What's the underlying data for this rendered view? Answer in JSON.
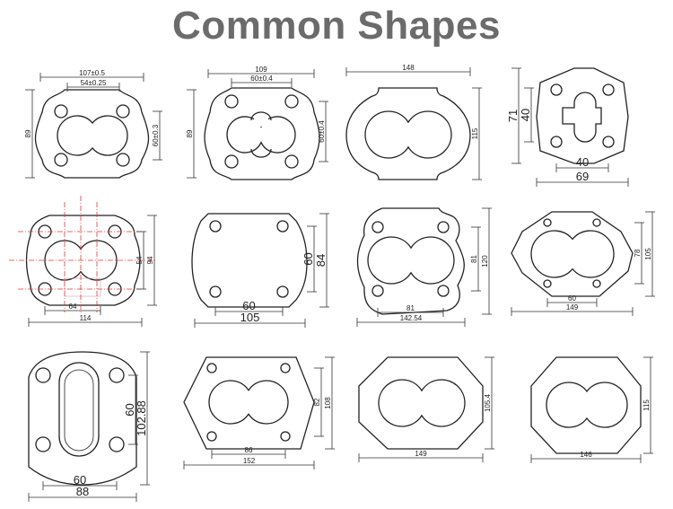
{
  "title": "Common Shapes",
  "shapes": [
    {
      "dimensions": [
        "107±0.5",
        "54±0.25",
        "89",
        "60±0.3"
      ]
    },
    {
      "dimensions": [
        "109",
        "60±0.4",
        "89",
        "60±0.4"
      ]
    },
    {
      "dimensions": [
        "148",
        "115"
      ]
    },
    {
      "dimensions": [
        "71",
        "40",
        "40",
        "69"
      ]
    },
    {
      "dimensions": [
        "64",
        "114",
        "54",
        "94"
      ]
    },
    {
      "dimensions": [
        "60",
        "105",
        "60",
        "84"
      ]
    },
    {
      "dimensions": [
        "81",
        "142.54",
        "81",
        "120"
      ]
    },
    {
      "dimensions": [
        "60",
        "149",
        "78",
        "105"
      ]
    },
    {
      "dimensions": [
        "60",
        "88",
        "60",
        "102.88"
      ]
    },
    {
      "dimensions": [
        "86",
        "152",
        "82",
        "108"
      ]
    },
    {
      "dimensions": [
        "149",
        "105.4"
      ]
    },
    {
      "dimensions": [
        "146",
        "115"
      ]
    }
  ]
}
